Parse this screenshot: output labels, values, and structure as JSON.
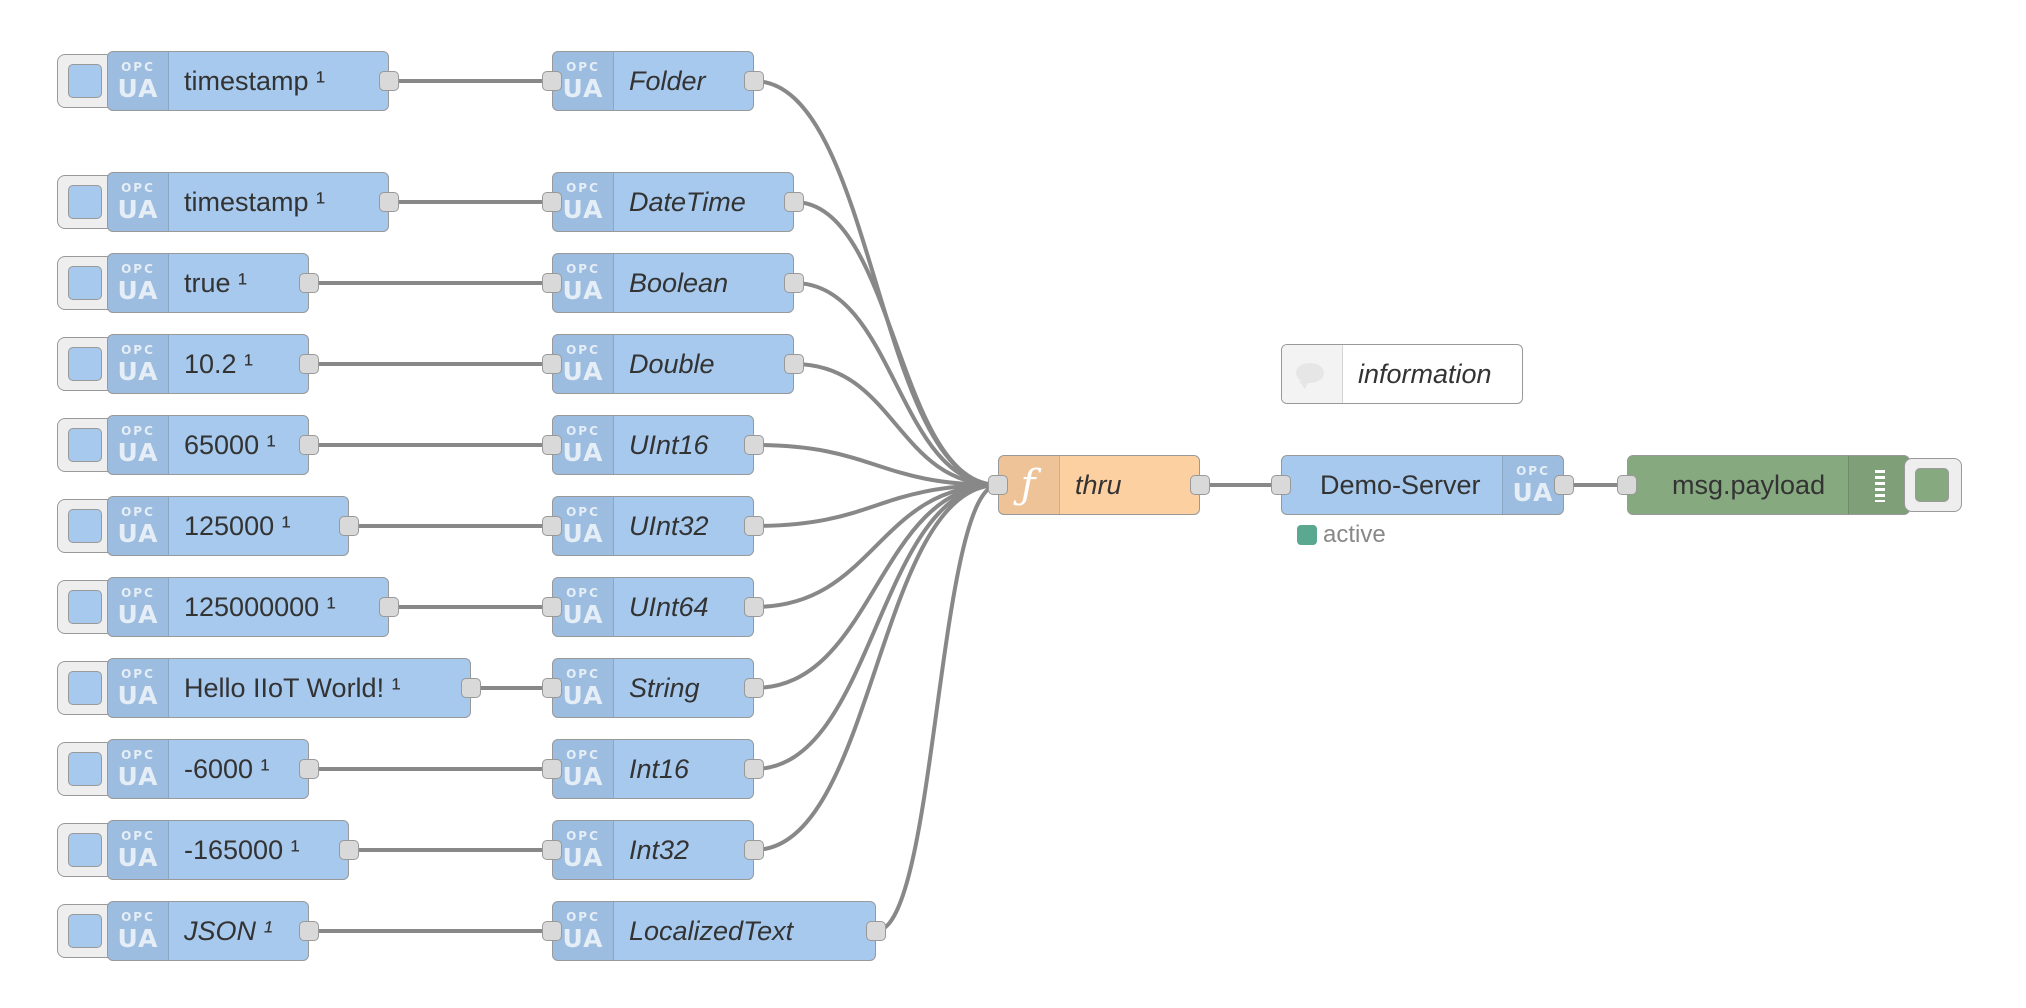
{
  "colors": {
    "opcua": "#a6c9ed",
    "function": "#fdd0a2",
    "debug": "#87a980",
    "wire": "#888888",
    "status_active": "#5aa88f"
  },
  "inject_nodes": [
    {
      "label": "timestamp ¹",
      "icon": "opc-ua-icon"
    },
    {
      "label": "timestamp ¹",
      "icon": "opc-ua-icon"
    },
    {
      "label": "true ¹",
      "icon": "opc-ua-icon"
    },
    {
      "label": "10.2 ¹",
      "icon": "opc-ua-icon"
    },
    {
      "label": "65000 ¹",
      "icon": "opc-ua-icon"
    },
    {
      "label": "125000 ¹",
      "icon": "opc-ua-icon"
    },
    {
      "label": "125000000 ¹",
      "icon": "opc-ua-icon"
    },
    {
      "label": "Hello IIoT World! ¹",
      "icon": "opc-ua-icon"
    },
    {
      "label": "-6000 ¹",
      "icon": "opc-ua-icon"
    },
    {
      "label": "-165000 ¹",
      "icon": "opc-ua-icon"
    },
    {
      "label": "JSON ¹",
      "icon": "opc-ua-icon"
    }
  ],
  "item_nodes": [
    {
      "label": "Folder",
      "icon": "opc-ua-icon"
    },
    {
      "label": "DateTime",
      "icon": "opc-ua-icon"
    },
    {
      "label": "Boolean",
      "icon": "opc-ua-icon"
    },
    {
      "label": "Double",
      "icon": "opc-ua-icon"
    },
    {
      "label": "UInt16",
      "icon": "opc-ua-icon"
    },
    {
      "label": "UInt32",
      "icon": "opc-ua-icon"
    },
    {
      "label": "UInt64",
      "icon": "opc-ua-icon"
    },
    {
      "label": "String",
      "icon": "opc-ua-icon"
    },
    {
      "label": "Int16",
      "icon": "opc-ua-icon"
    },
    {
      "label": "Int32",
      "icon": "opc-ua-icon"
    },
    {
      "label": "LocalizedText",
      "icon": "opc-ua-icon"
    }
  ],
  "function_node": {
    "label": "thru",
    "icon": "function-icon"
  },
  "comment_node": {
    "label": "information",
    "icon": "comment-icon"
  },
  "server_node": {
    "label": "Demo-Server",
    "icon": "opc-ua-icon",
    "status": "active"
  },
  "debug_node": {
    "label": "msg.payload",
    "icon": "debug-list-icon"
  },
  "opc_icon_text": {
    "line1": "OPC",
    "line2": "UA"
  }
}
